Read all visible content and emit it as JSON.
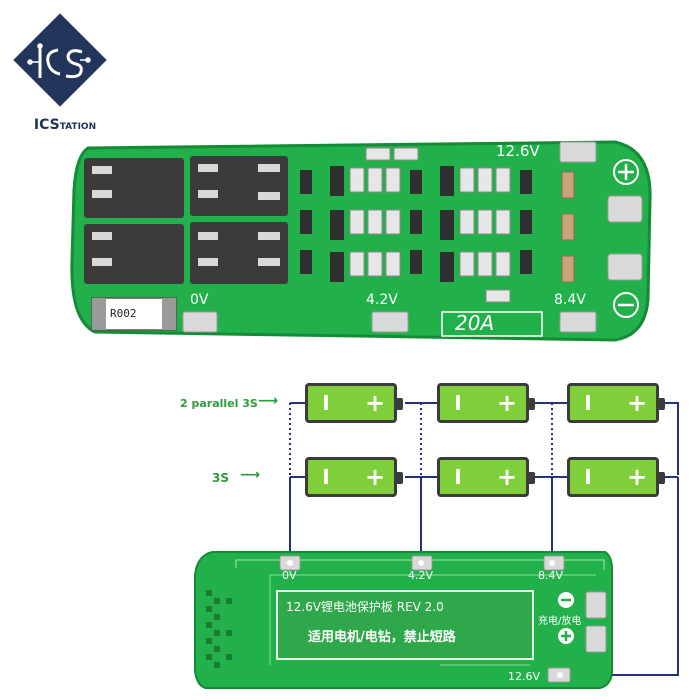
{
  "brand": {
    "name_big": "ICS",
    "name_small": "TATION"
  },
  "top_board": {
    "v_labels": {
      "v126": "12.6V",
      "v0": "0V",
      "v42": "4.2V",
      "v84": "8.4V"
    },
    "current": "20A",
    "resistor": "R002",
    "plus_symbol": "⊕",
    "minus_symbol": "⊖"
  },
  "diagram": {
    "row_labels": {
      "parallel": "2 parallel 3S",
      "series": "3S"
    },
    "cell_neg": "I",
    "cell_pos": "+"
  },
  "bottom_board": {
    "v_labels": {
      "v0": "0V",
      "v42": "4.2V",
      "v84": "8.4V",
      "v126": "12.6V"
    },
    "panel_line1": "12.6V锂电池保护板 REV 2.0",
    "panel_line2": "适用电机/电钻，禁止短路",
    "charge_label": "充电/放电"
  },
  "colors": {
    "pcb": "#22b04a",
    "pcb_dark": "#138c35",
    "wire": "#24307c",
    "cell": "#7fcf3a",
    "logo": "#23345a"
  }
}
